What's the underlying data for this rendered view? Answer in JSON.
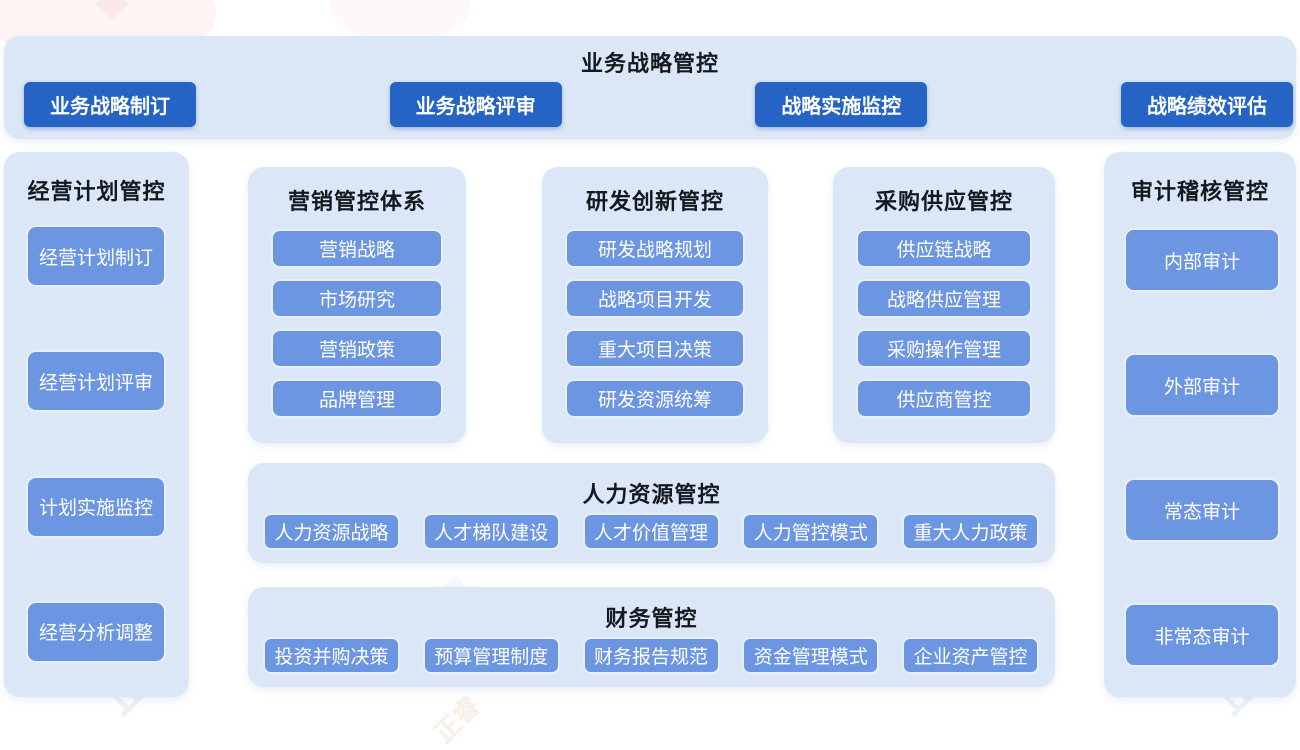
{
  "colors": {
    "page_bg": "#ffffff",
    "panel_bg": "#dbe7f6",
    "primary_button_bg": "#2563c4",
    "sub_button_bg": "#6c96e2",
    "sub_button_border": "#e7effb",
    "title_text": "#14181f",
    "button_text": "#ffffff"
  },
  "top_banner": {
    "title": "业务战略管控",
    "buttons": [
      "业务战略制订",
      "业务战略评审",
      "战略实施监控",
      "战略绩效评估"
    ]
  },
  "left_panel": {
    "title": "经营计划管控",
    "items": [
      "经营计划制订",
      "经营计划评审",
      "计划实施监控",
      "经营分析调整"
    ]
  },
  "middle_panels": [
    {
      "title": "营销管控体系",
      "items": [
        "营销战略",
        "市场研究",
        "营销政策",
        "品牌管理"
      ]
    },
    {
      "title": "研发创新管控",
      "items": [
        "研发战略规划",
        "战略项目开发",
        "重大项目决策",
        "研发资源统筹"
      ]
    },
    {
      "title": "采购供应管控",
      "items": [
        "供应链战略",
        "战略供应管理",
        "采购操作管理",
        "供应商管控"
      ]
    }
  ],
  "hr_panel": {
    "title": "人力资源管控",
    "items": [
      "人力资源战略",
      "人才梯队建设",
      "人才价值管理",
      "人力管控模式",
      "重大人力政策"
    ]
  },
  "finance_panel": {
    "title": "财务管控",
    "items": [
      "投资并购决策",
      "预算管理制度",
      "财务报告规范",
      "资金管理模式",
      "企业资产管控"
    ]
  },
  "right_panel": {
    "title": "审计稽核管控",
    "items": [
      "内部审计",
      "外部审计",
      "常态审计",
      "非常态审计"
    ]
  },
  "watermark": {
    "text": "正睿"
  }
}
